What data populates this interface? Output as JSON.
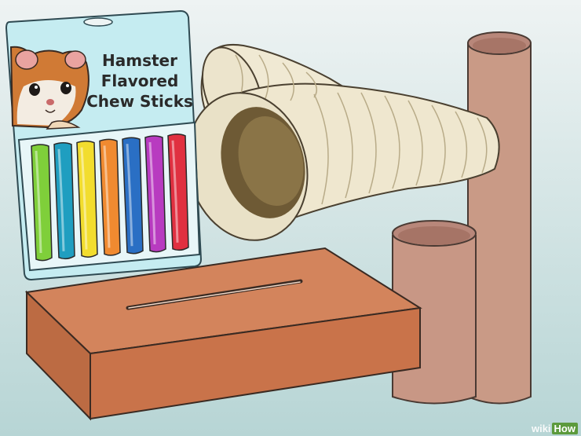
{
  "package": {
    "title_line1": "Hamster",
    "title_line2": "Flavored",
    "title_line3": "Chew Sticks",
    "stick_colors": [
      "#7fcf3a",
      "#1f9ec0",
      "#f2dd2e",
      "#f08a30",
      "#2a6fc4",
      "#b83bc0",
      "#e03040"
    ]
  },
  "watermark": {
    "wiki": "wiki",
    "how": "How"
  },
  "colors": {
    "background_top": "#eef3f3",
    "background_bottom": "#b9d6d6",
    "package_card": "#c5ecf1",
    "box": "#c9734a",
    "box_top": "#d3845c",
    "tube": "#c99a86",
    "tunnel": "#ede6cf"
  }
}
